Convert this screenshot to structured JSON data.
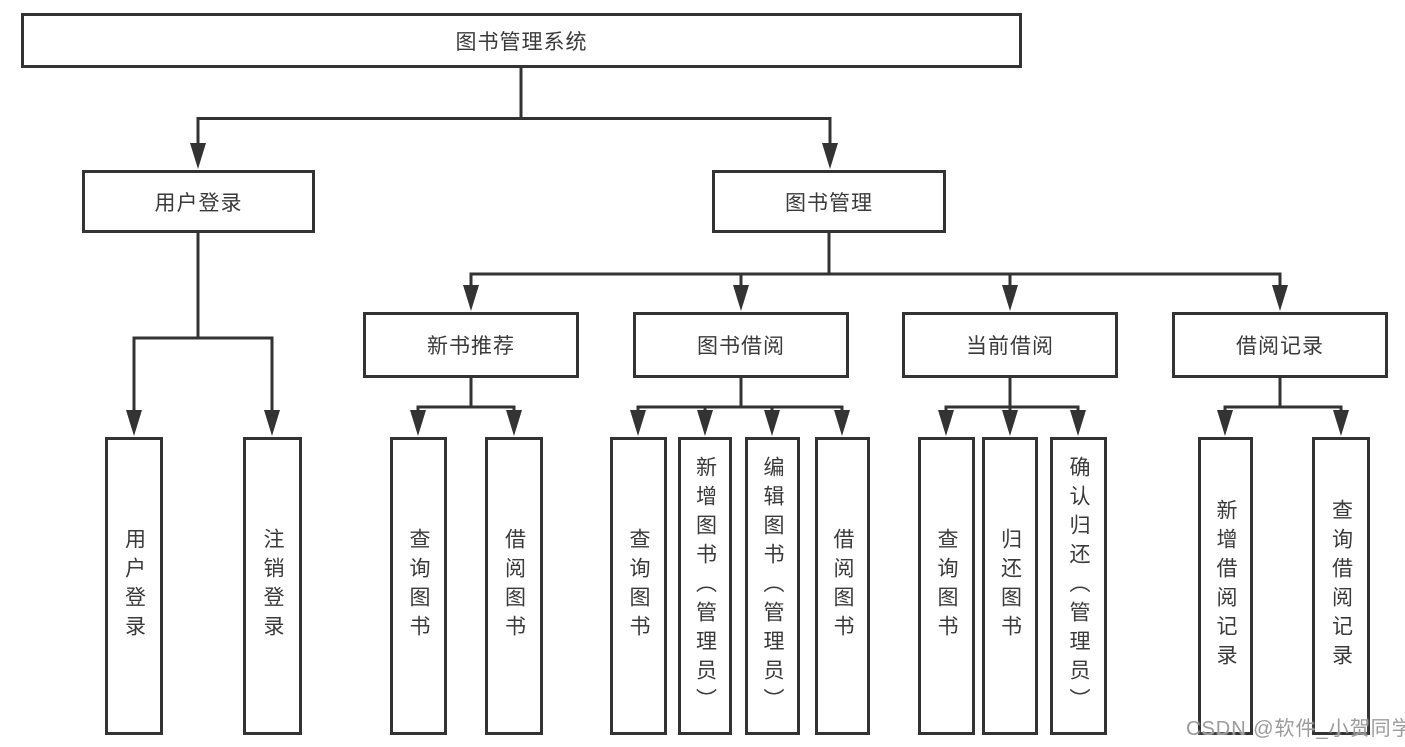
{
  "tree": {
    "label": "图书管理系统",
    "children": [
      {
        "label": "用户登录",
        "children": [
          {
            "label": "用户登录"
          },
          {
            "label": "注销登录"
          }
        ]
      },
      {
        "label": "图书管理",
        "children": [
          {
            "label": "新书推荐",
            "children": [
              {
                "label": "查询图书"
              },
              {
                "label": "借阅图书"
              }
            ]
          },
          {
            "label": "图书借阅",
            "children": [
              {
                "label": "查询图书"
              },
              {
                "label": "新增图书（管理员）"
              },
              {
                "label": "编辑图书（管理员）"
              },
              {
                "label": "借阅图书"
              }
            ]
          },
          {
            "label": "当前借阅",
            "children": [
              {
                "label": "查询图书"
              },
              {
                "label": "归还图书"
              },
              {
                "label": "确认归还（管理员）"
              }
            ]
          },
          {
            "label": "借阅记录",
            "children": [
              {
                "label": "新增借阅记录"
              },
              {
                "label": "查询借阅记录"
              }
            ]
          }
        ]
      }
    ]
  },
  "watermark": {
    "text": "CSDN @软件_小贺同学"
  },
  "colors": {
    "line": "#333333",
    "node_border": "#333333",
    "node_fill": "#ffffff",
    "text": "#3a3a3a",
    "background": "#ffffff",
    "watermark": "#9b9b9b"
  }
}
